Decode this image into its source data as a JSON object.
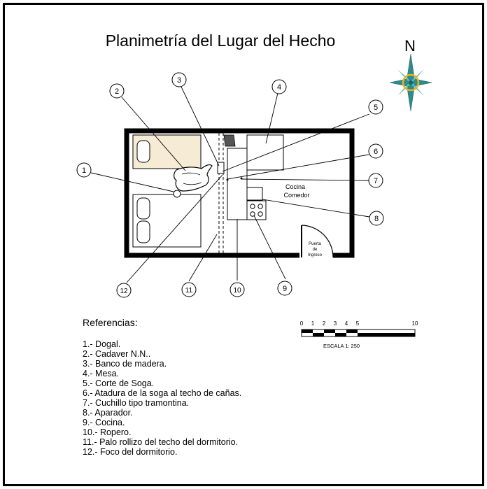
{
  "title": "Planimetría del Lugar del Hecho",
  "compass_label": "N",
  "room_labels": {
    "kitchen_line1": "Cocina",
    "kitchen_line2": "Comedor",
    "door_line1": "Puerta",
    "door_line2": "de",
    "door_line3": "Ingreso"
  },
  "callouts": [
    "1",
    "2",
    "3",
    "4",
    "5",
    "6",
    "7",
    "8",
    "9",
    "10",
    "11",
    "12"
  ],
  "references": {
    "heading": "Referencias:",
    "items": [
      "1.- Dogal.",
      "2.- Cadaver N.N..",
      "3.- Banco de madera.",
      "4.- Mesa.",
      "5.- Corte de Soga.",
      "6.- Atadura de la soga al techo de cañas.",
      "7.- Cuchillo tipo  tramontina.",
      "8.- Aparador.",
      "9.- Cocina.",
      "10.- Ropero.",
      "11.- Palo rollizo del techo del dormitorio.",
      "12.- Foco del dormitorio."
    ]
  },
  "scale": {
    "ticks": [
      "0",
      "1",
      "2",
      "3",
      "4",
      "5",
      "10"
    ],
    "label": "ESCALA 1: 250"
  },
  "colors": {
    "frame": "#000000",
    "bed_fill": "#f6ecd6",
    "compass_teal": "#2e8b8b",
    "compass_gold": "#e6b422"
  }
}
